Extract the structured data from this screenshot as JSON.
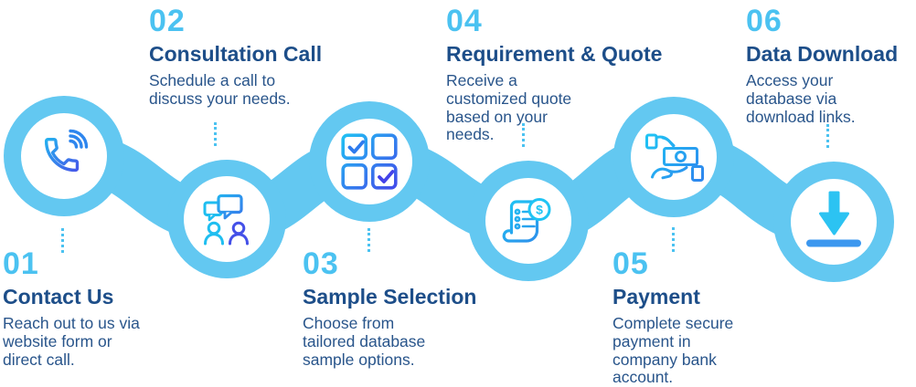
{
  "colors": {
    "band_blue": "#63c8f1",
    "number_blue": "#4bc2f1",
    "title_navy": "#1d4e89",
    "description_navy": "#29558b",
    "icon_cyan": "#1fbef0",
    "icon_indigo": "#4450e8",
    "icon_blue": "#2e86ee"
  },
  "steps": [
    {
      "number": "01",
      "title": "Contact Us",
      "icon": "phone-icon",
      "lines": [
        "Reach out to us via",
        "website form or",
        "direct call."
      ]
    },
    {
      "number": "02",
      "title": "Consultation Call",
      "icon": "chat-icon",
      "lines": [
        "Schedule a call to",
        "discuss your needs."
      ]
    },
    {
      "number": "03",
      "title": "Sample Selection",
      "icon": "checkboxes-icon",
      "lines": [
        "Choose from",
        "tailored database",
        "sample options."
      ]
    },
    {
      "number": "04",
      "title": "Requirement & Quote",
      "icon": "invoice-icon",
      "lines": [
        "Receive a",
        "customized quote",
        "based on your",
        "needs."
      ]
    },
    {
      "number": "05",
      "title": "Payment",
      "icon": "payment-icon",
      "lines": [
        "Complete secure",
        "payment in",
        "company bank",
        "account."
      ]
    },
    {
      "number": "06",
      "title": "Data Download",
      "icon": "download-icon",
      "lines": [
        "Access your",
        "database via",
        "download links."
      ]
    }
  ],
  "icons": {
    "invoice_dollar": "$"
  }
}
